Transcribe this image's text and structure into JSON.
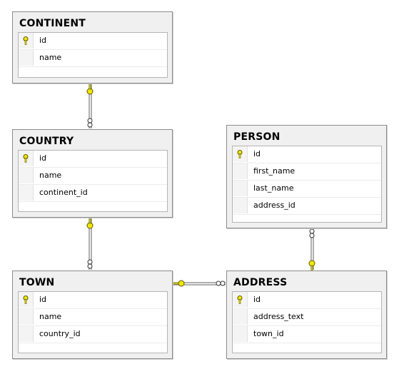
{
  "tables": {
    "continent": {
      "title": "CONTINENT",
      "columns": [
        "id",
        "name"
      ]
    },
    "country": {
      "title": "COUNTRY",
      "columns": [
        "id",
        "name",
        "continent_id"
      ]
    },
    "person": {
      "title": "PERSON",
      "columns": [
        "id",
        "first_name",
        "last_name",
        "address_id"
      ]
    },
    "town": {
      "title": "TOWN",
      "columns": [
        "id",
        "name",
        "country_id"
      ]
    },
    "address": {
      "title": "ADDRESS",
      "columns": [
        "id",
        "address_text",
        "town_id"
      ]
    }
  },
  "primary_key_column": "id",
  "relationships": [
    {
      "from": "COUNTRY",
      "to": "CONTINENT",
      "one_side": "CONTINENT",
      "many_side": "COUNTRY"
    },
    {
      "from": "TOWN",
      "to": "COUNTRY",
      "one_side": "COUNTRY",
      "many_side": "TOWN"
    },
    {
      "from": "ADDRESS",
      "to": "TOWN",
      "one_side": "TOWN",
      "many_side": "ADDRESS"
    },
    {
      "from": "PERSON",
      "to": "ADDRESS",
      "one_side": "ADDRESS",
      "many_side": "PERSON"
    }
  ],
  "colors": {
    "key_yellow": "#f2e600",
    "key_outline": "#5a5a00",
    "line": "#5f5f5f"
  },
  "icons": {
    "primary_key": "key-icon",
    "one_end": "key-icon",
    "many_end": "infinity-icon"
  }
}
